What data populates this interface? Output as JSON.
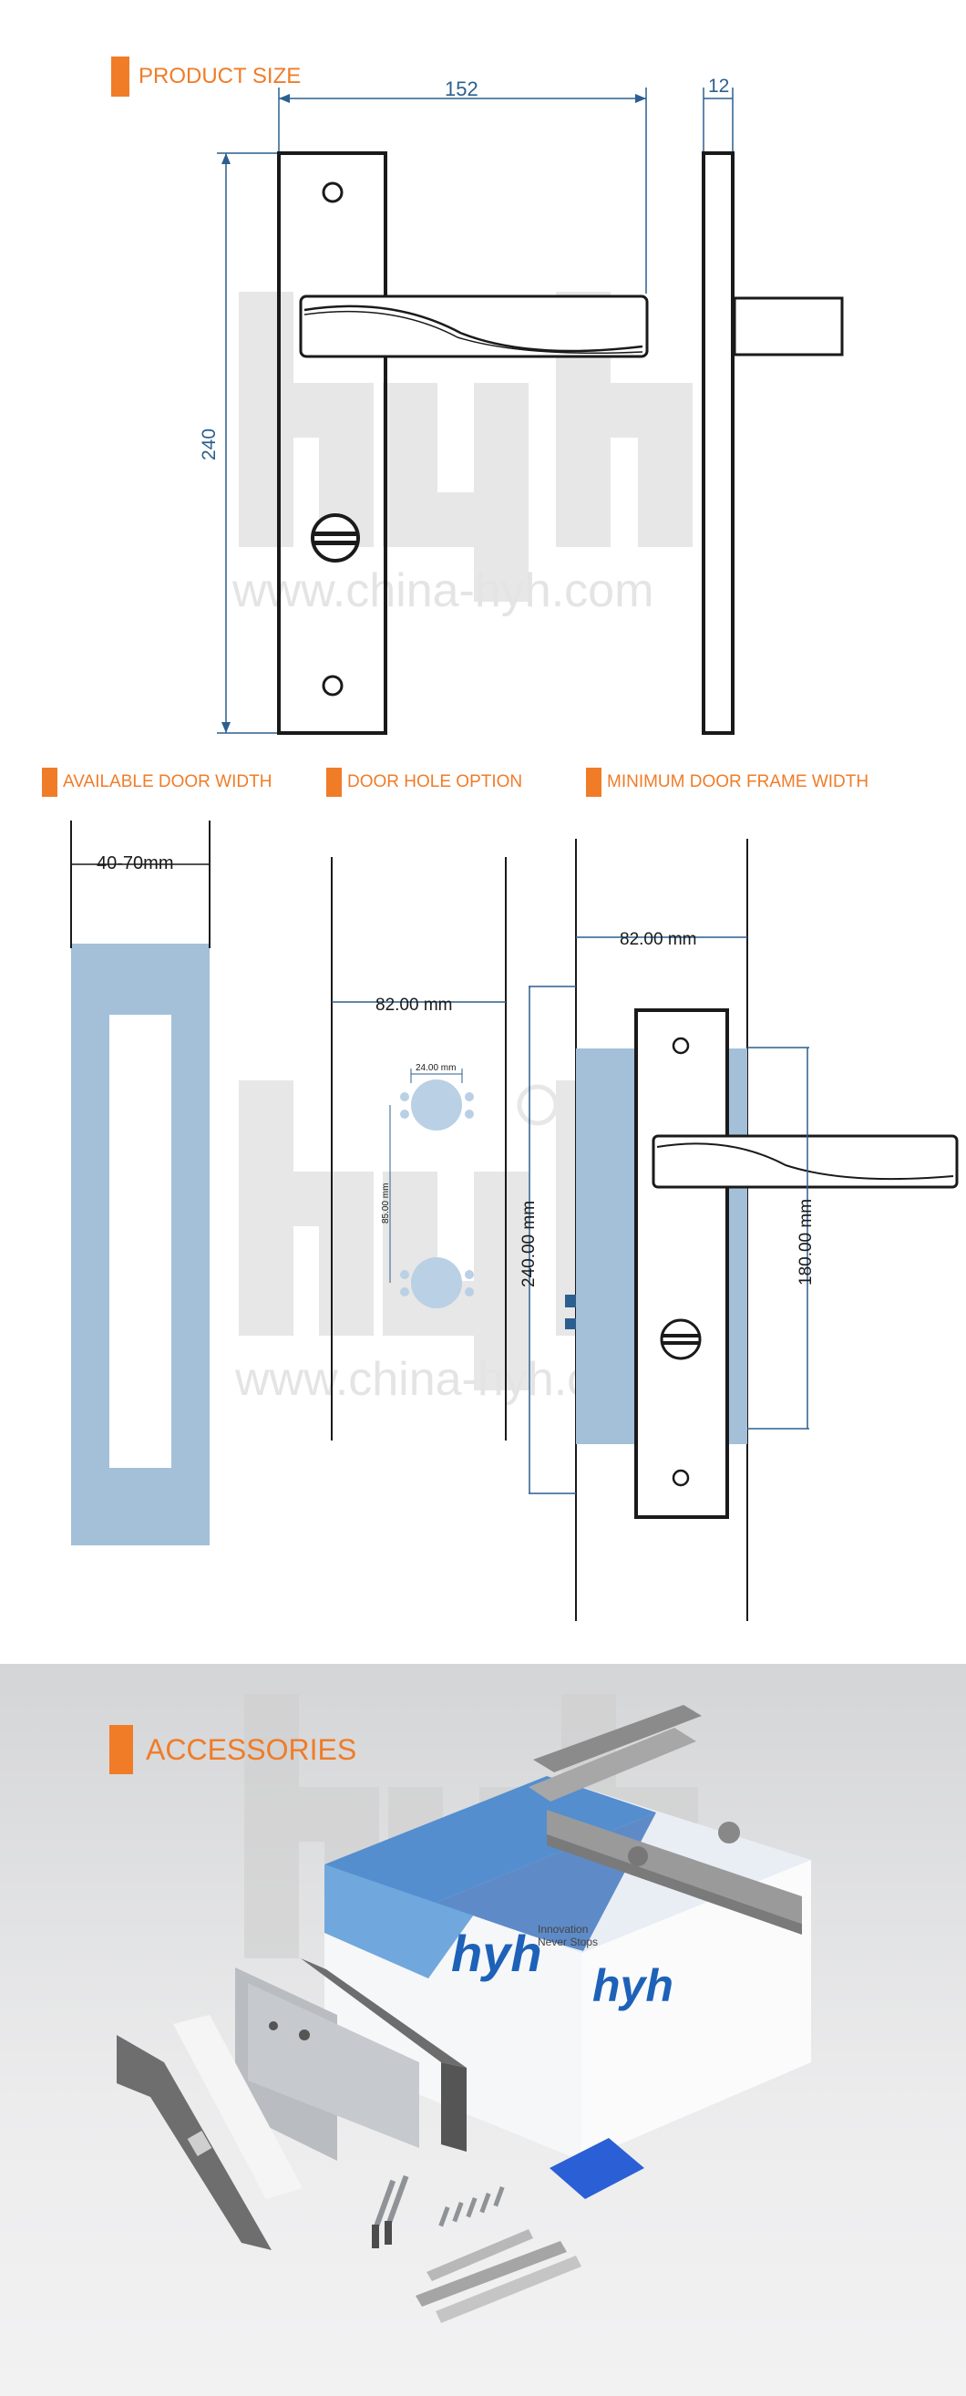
{
  "watermark": {
    "logo_text": "hyh",
    "site": "www.china-hyh.com"
  },
  "sections": {
    "product_size": "PRODUCT SIZE",
    "available_door_width": "AVAILABLE DOOR WIDTH",
    "door_hole_option": "DOOR HOLE OPTION",
    "minimum_door_frame_width": "MINIMUM DOOR FRAME WIDTH",
    "accessories": "ACCESSORIES"
  },
  "dimensions": {
    "plate_width": "152",
    "plate_thickness": "12",
    "plate_height": "240",
    "door_width_range": "40-70mm",
    "door_hole_spacing": "82.00 mm",
    "hole_diameter": "24.00 mm",
    "hole_center_distance": "85.00 mm",
    "plate_height_mm": "240.00 mm",
    "frame_width": "82.00 mm",
    "handle_height": "180.00 mm"
  },
  "product_box": {
    "brand": "hyh",
    "tagline_line1": "Innovation",
    "tagline_line2": "Never Stops"
  },
  "colors": {
    "accent": "#f07c28",
    "dimension_blue": "#2c5f8f",
    "door_fill": "#a4c0d9",
    "hole_fill": "#b9d0e5",
    "brand_blue": "#1d62b8"
  }
}
